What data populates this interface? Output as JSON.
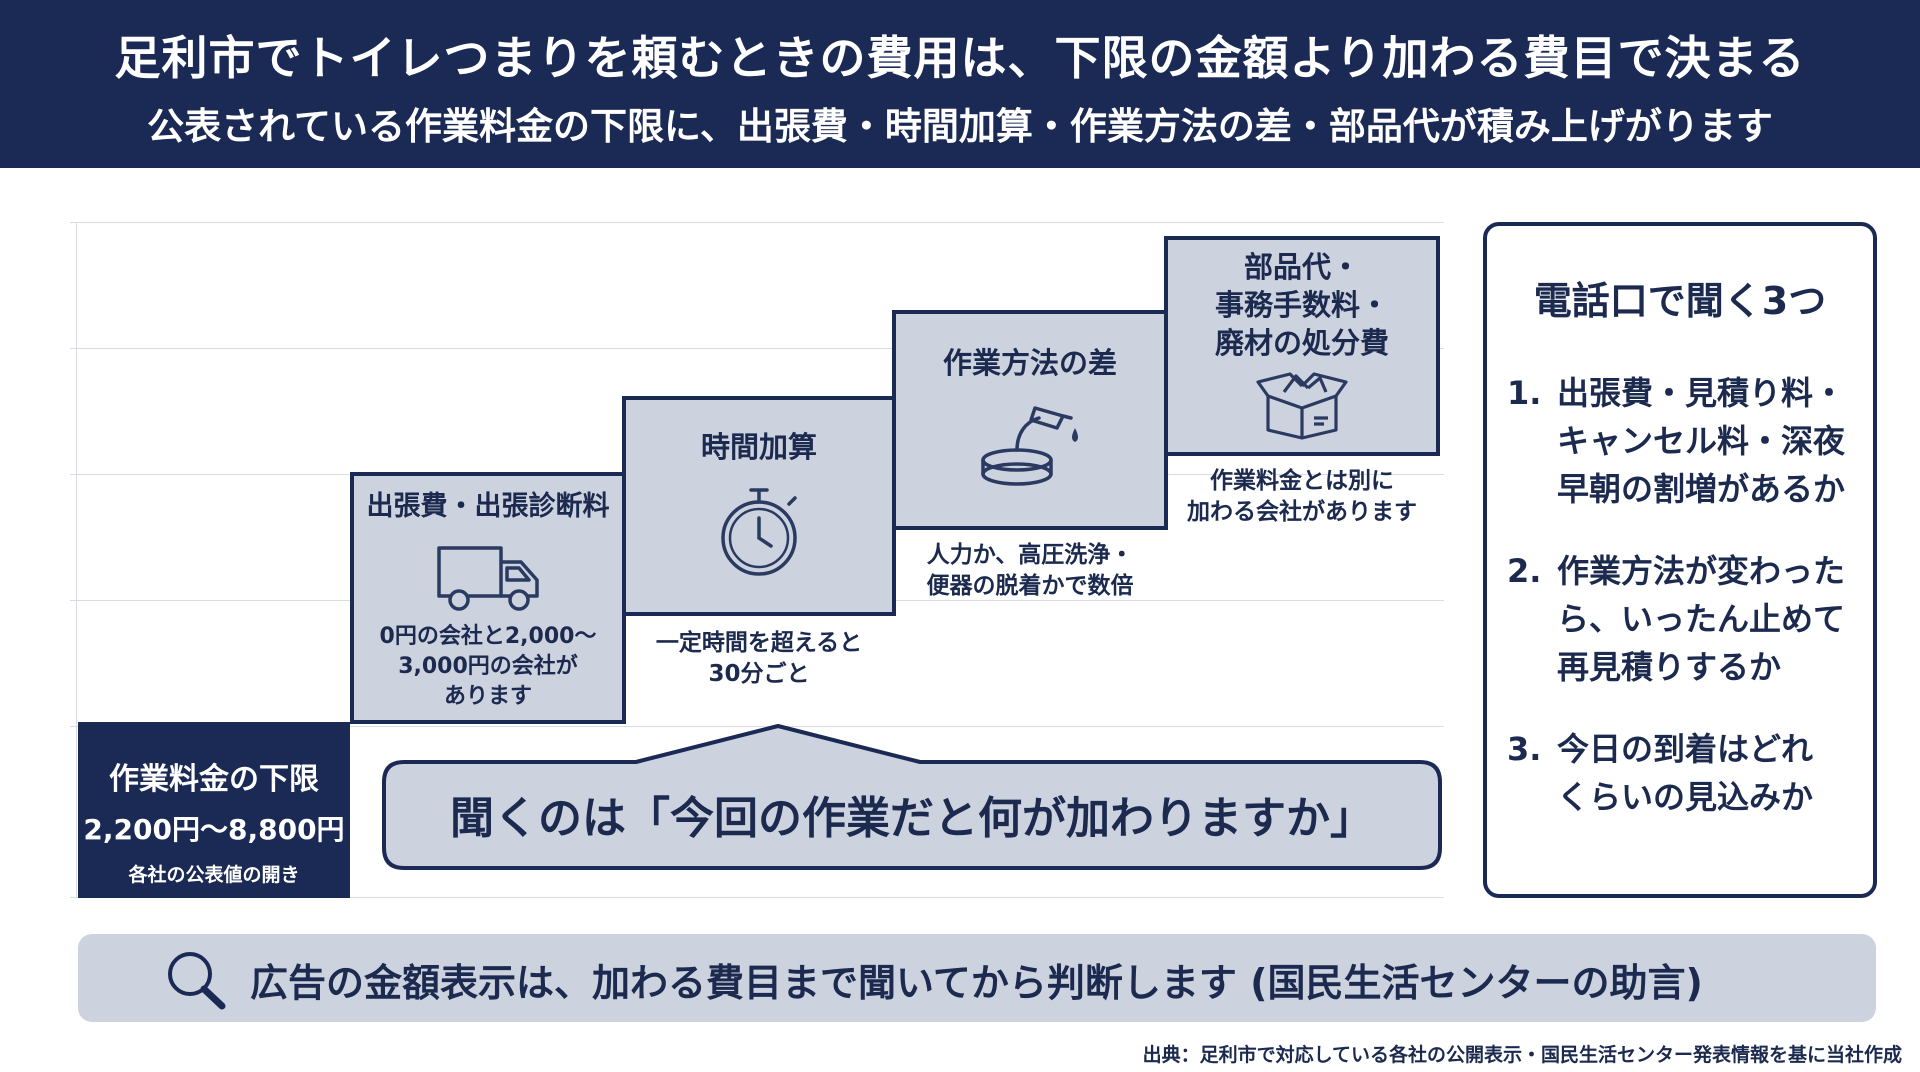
{
  "header": {
    "title": "足利市でトイレつまりを頼むときの費用は、下限の金額より加わる費目で決まる",
    "subtitle": "公表されている作業料金の下限に、出張費・時間加算・作業方法の差・部品代が積み上げがります"
  },
  "base": {
    "label": "作業料金の下限",
    "range": "2,200円〜8,800円",
    "note": "各社の公表値の開き"
  },
  "steps": [
    {
      "label": "出張費・出張診断料",
      "icon": "van-icon",
      "note": [
        "0円の会社と2,000〜",
        "3,000円の会社が",
        "あります"
      ]
    },
    {
      "label": "時間加算",
      "icon": "stopwatch-icon",
      "note": [
        "一定時間を超えると",
        "30分ごと"
      ]
    },
    {
      "label": "作業方法の差",
      "icon": "pressure-hose-icon",
      "note": [
        "人力か、高圧洗浄・",
        "便器の脱着かで数倍"
      ]
    },
    {
      "label": [
        "部品代・",
        "事務手数料・",
        "廃材の処分費"
      ],
      "icon": "open-box-icon",
      "note": [
        "作業料金とは別に",
        "加わる会社があります"
      ]
    }
  ],
  "callout": {
    "text": "聞くのは「今回の作業だと何が加わりますか」"
  },
  "sidebox": {
    "title": "電話口で聞く3つ",
    "items": [
      {
        "num": "1.",
        "lines": [
          "出張費・見積り料・",
          "キャンセル料・深夜",
          "早朝の割増があるか"
        ]
      },
      {
        "num": "2.",
        "lines": [
          "作業方法が変わった",
          "ら、いったん止めて",
          "再見積りするか"
        ]
      },
      {
        "num": "3.",
        "lines": [
          "今日の到着はどれ",
          "くらいの見込みか"
        ]
      }
    ]
  },
  "bottombar": {
    "icon": "search-icon",
    "text": "広告の金額表示は、加わる費目まで聞いてから判断します (国民生活センターの助言)"
  },
  "source": "出典：足利市で対応している各社の公開表示・国民生活センター発表情報を基に当社作成",
  "colors": {
    "navy": "#1b2a55",
    "step_fill": "#cdd2df",
    "grid": "#d9dce3"
  }
}
